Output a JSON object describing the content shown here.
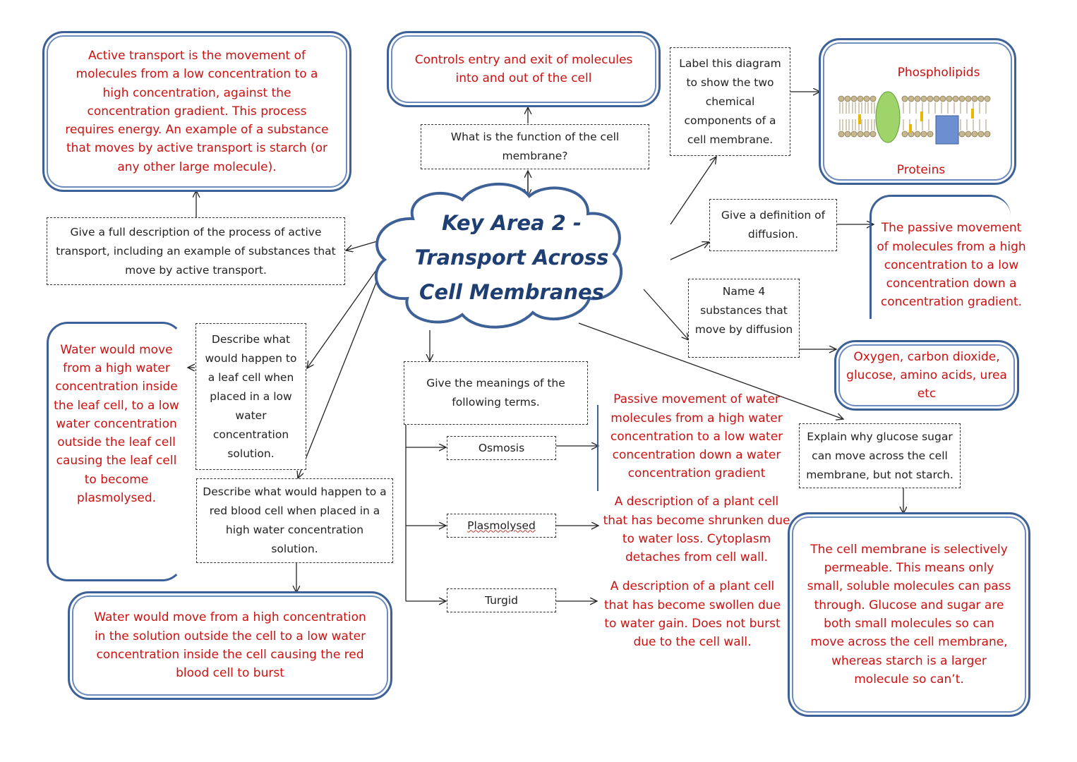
{
  "title": {
    "line1": "Key Area 2 -",
    "line2": "Transport Across",
    "line3": "Cell Membranes"
  },
  "questions": {
    "function": "What is the function of the cell membrane?",
    "label_diagram": "Label this diagram to show the two chemical components of a cell membrane.",
    "diffusion_def": "Give a definition of diffusion.",
    "name_substances": "Name 4 substances that move by diffusion",
    "active_transport": "Give a full description of the process of active transport, including an example of substances that move by active transport.",
    "leaf_cell": "Describe what would happen to a leaf cell when placed in a low water concentration solution.",
    "red_blood_cell": "Describe what would happen to a red blood cell when placed in a high water concentration solution.",
    "meanings": "Give the meanings of the following terms.",
    "glucose": "Explain why glucose sugar can move across the cell membrane, but not starch."
  },
  "terms": {
    "osmosis": "Osmosis",
    "plasmolysed": "Plasmolysed",
    "turgid": "Turgid"
  },
  "answers": {
    "active_transport": "Active transport is the movement of molecules from a low concentration to a high concentration, against the concentration gradient. This process requires energy. An example of a substance that moves by active transport is starch (or any other large molecule).",
    "function": "Controls entry and exit of molecules into and out of the cell",
    "phospholipids": "Phospholipids",
    "proteins": "Proteins",
    "diffusion": "The passive movement of molecules from a high concentration to a low concentration down a concentration gradient.",
    "substances": "Oxygen, carbon dioxide, glucose, amino acids, urea etc",
    "leaf_cell": "Water would move from a high water concentration inside the leaf cell, to a low water concentration outside the leaf cell causing the leaf cell to become plasmolysed.",
    "osmosis": "Passive movement of water molecules from a high water concentration to a low water concentration down a water concentration gradient",
    "plasmolysed": "A description of a plant cell that has become shrunken due to water loss. Cytoplasm detaches from cell wall.",
    "turgid": "A description of a plant cell that has become swollen due to water gain. Does not burst due to the cell wall.",
    "red_blood_cell": "Water would move from a high concentration in the solution outside the cell to a low water concentration inside the cell causing the red blood cell to burst",
    "glucose": "The cell membrane is selectively permeable. This means only small, soluble molecules can pass through. Glucose and sugar are both small molecules so can move across the cell membrane, whereas starch is a larger molecule so can’t."
  },
  "colors": {
    "answer_text": "#cc1111",
    "frame": "#3d6197",
    "title": "#1f3f73",
    "question_text": "#222222"
  }
}
